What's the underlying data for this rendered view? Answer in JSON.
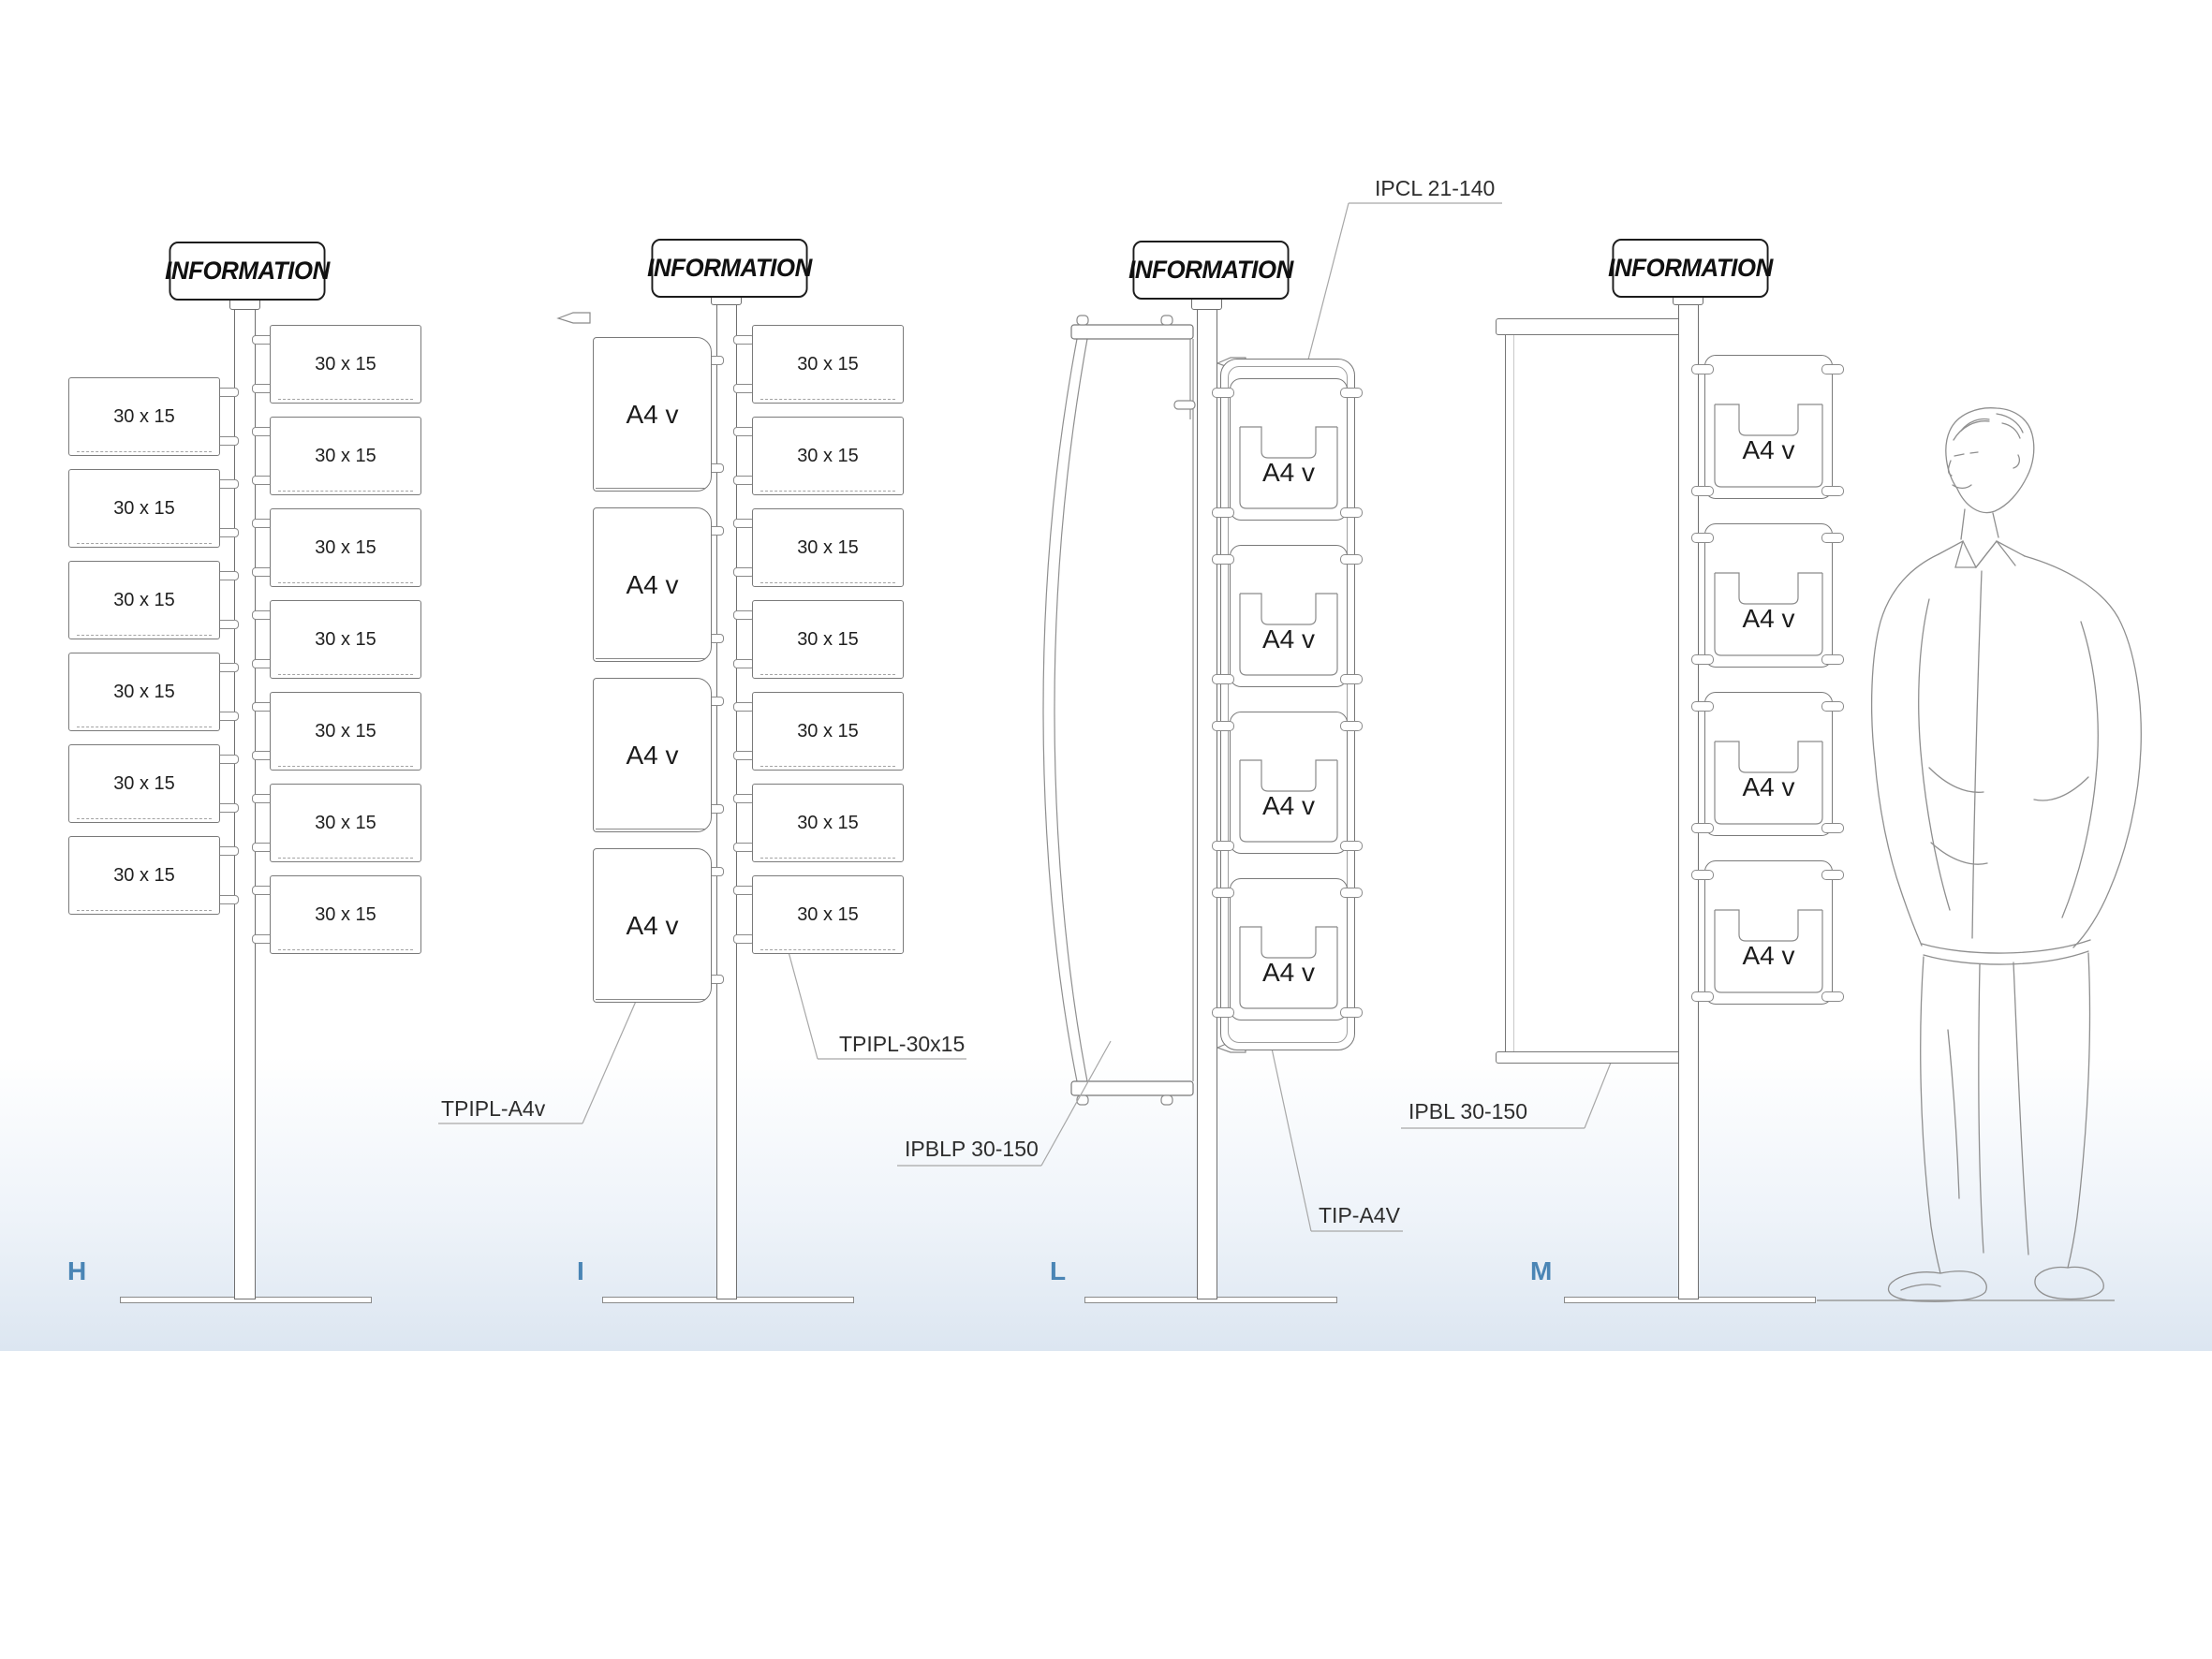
{
  "colors": {
    "accent_blue": "#4a85b5",
    "line_gray": "#7a7a7a",
    "band_blue": "#dce6f1"
  },
  "stands": [
    {
      "letter": "H",
      "sign_label": "INFORMATION",
      "left_plates": [
        "30 x 15",
        "30 x 15",
        "30 x 15",
        "30 x 15",
        "30 x 15",
        "30 x 15"
      ],
      "right_plates": [
        "30 x 15",
        "30 x 15",
        "30 x 15",
        "30 x 15",
        "30 x 15",
        "30 x 15",
        "30 x 15"
      ]
    },
    {
      "letter": "I",
      "sign_label": "INFORMATION",
      "left_holders": [
        "A4 v",
        "A4 v",
        "A4 v",
        "A4 v"
      ],
      "right_plates": [
        "30 x 15",
        "30 x 15",
        "30 x 15",
        "30 x 15",
        "30 x 15",
        "30 x 15",
        "30 x 15"
      ]
    },
    {
      "letter": "L",
      "sign_label": "INFORMATION",
      "pocket_holders": [
        "A4 v",
        "A4 v",
        "A4 v",
        "A4 v"
      ]
    },
    {
      "letter": "M",
      "sign_label": "INFORMATION",
      "pocket_holders": [
        "A4 v",
        "A4 v",
        "A4 v",
        "A4 v"
      ]
    }
  ],
  "annotations": {
    "ipcl": "IPCL 21-140",
    "tpipl_a4v": "TPIPL-A4v",
    "tpipl_30x15": "TPIPL-30x15",
    "ipblp": "IPBLP 30-150",
    "tip_a4v": "TIP-A4V",
    "ipbl": "IPBL 30-150"
  }
}
